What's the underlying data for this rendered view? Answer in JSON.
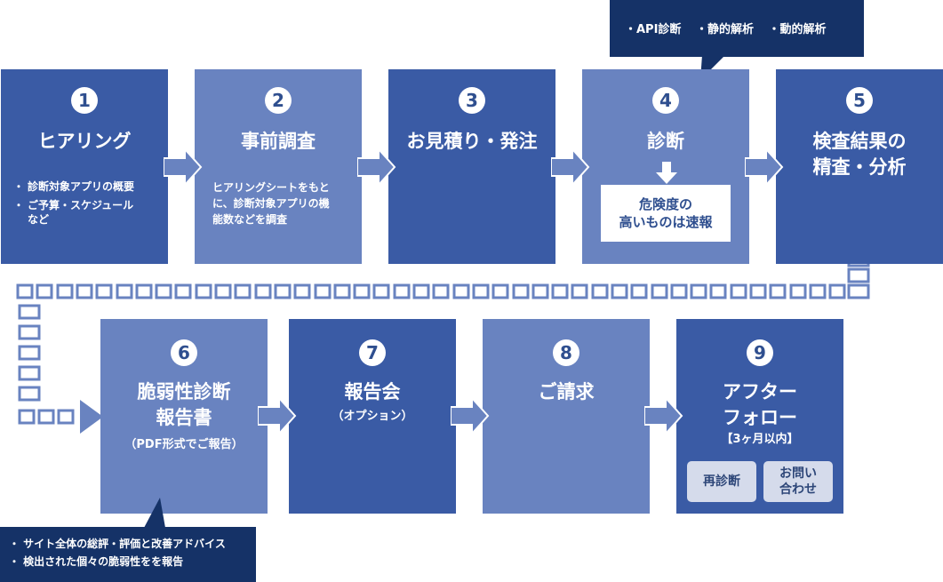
{
  "callout_top": {
    "items": [
      "・API診断",
      "・静的解析",
      "・動的解析"
    ]
  },
  "callout_bottom": {
    "lines": [
      "・ サイト全体の総評・評価と改善アドバイス",
      "・ 検出された個々の脆弱性をを報告"
    ]
  },
  "steps": [
    {
      "num": "1",
      "title": "ヒアリング",
      "bullets": [
        "診断対象アプリの概要",
        "ご予算・スケジュール\nなど"
      ]
    },
    {
      "num": "2",
      "title": "事前調査",
      "desc": "ヒアリングシートをもと\nに、診断対象アプリの機\n能数などを調査"
    },
    {
      "num": "3",
      "title": "お見積り・発注"
    },
    {
      "num": "4",
      "title": "診断",
      "note": "危険度の\n高いものは速報"
    },
    {
      "num": "5",
      "title": "検査結果の\n精査・分析"
    },
    {
      "num": "6",
      "title": "脆弱性診断\n報告書",
      "sub": "（PDF形式でご報告）"
    },
    {
      "num": "7",
      "title": "報告会",
      "sub": "（オプション）"
    },
    {
      "num": "8",
      "title": "ご請求"
    },
    {
      "num": "9",
      "title": "アフター\nフォロー",
      "sub": "【3ヶ月以内】",
      "chips": [
        "再診断",
        "お問い\n合わせ"
      ]
    }
  ],
  "colors": {
    "dark": "#3a5ba5",
    "light": "#6983c0",
    "navy": "#153267",
    "arrow": "#6983c0"
  }
}
